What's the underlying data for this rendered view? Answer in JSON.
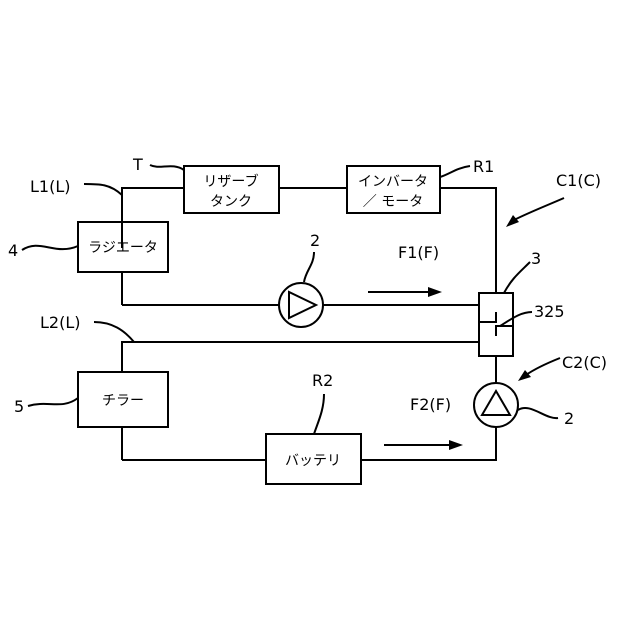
{
  "diagram": {
    "components": {
      "radiator": "ラジエータ",
      "reservoir_line1": "リザーブ",
      "reservoir_line2": "タンク",
      "inverter_line1": "インバータ",
      "inverter_line2": "／ モータ",
      "chiller": "チラー",
      "battery": "バッテリ"
    },
    "labels": {
      "T": "T",
      "L1": "L1(L)",
      "R1": "R1",
      "C1": "C1(C)",
      "num4": "4",
      "pump1": "2",
      "F1": "F1(F)",
      "num3": "3",
      "valve": "325",
      "L2": "L2(L)",
      "C2": "C2(C)",
      "R2": "R2",
      "num5": "5",
      "F2": "F2(F)",
      "pump2": "2"
    }
  }
}
